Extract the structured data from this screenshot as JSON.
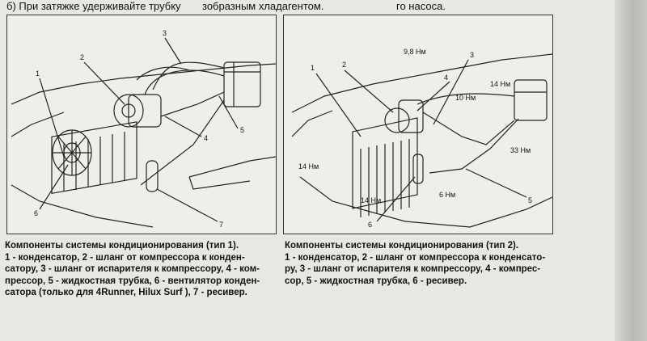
{
  "top_text": {
    "left": "б) При затяжке удерживайте трубку",
    "mid": "зобразным хладагентом.",
    "right": "го насоса."
  },
  "figure1": {
    "labels": [
      "1",
      "2",
      "3",
      "4",
      "5",
      "6",
      "7"
    ],
    "caption_lines": [
      "Компоненты системы кондиционирования (тип 1).",
      "1 - конденсатор, 2 - шланг от компрессора к конден-",
      "сатору, 3 - шланг от испарителя к компрессору, 4 - ком-",
      "прессор, 5 - жидкостная трубка, 6 - вентилятор конден-",
      "сатора (только для 4Runner, Hilux Surf ), 7 - ресивер."
    ]
  },
  "figure2": {
    "labels": [
      "1",
      "2",
      "3",
      "4",
      "5",
      "6"
    ],
    "torques": {
      "t1": "9,8 Нм",
      "t2": "14 Нм",
      "t3": "10 Нм",
      "t4": "33 Нм",
      "t5": "14 Нм",
      "t6": "6 Нм",
      "t7": "14 Нм"
    },
    "caption_lines": [
      "Компоненты системы кондиционирования (тип 2).",
      "1 - конденсатор, 2 - шланг от компрессора к конденсато-",
      "ру, 3 - шланг от испарителя к компрессору, 4 - компрес-",
      "сор, 5 - жидкостная трубка, 6 - ресивер."
    ]
  }
}
